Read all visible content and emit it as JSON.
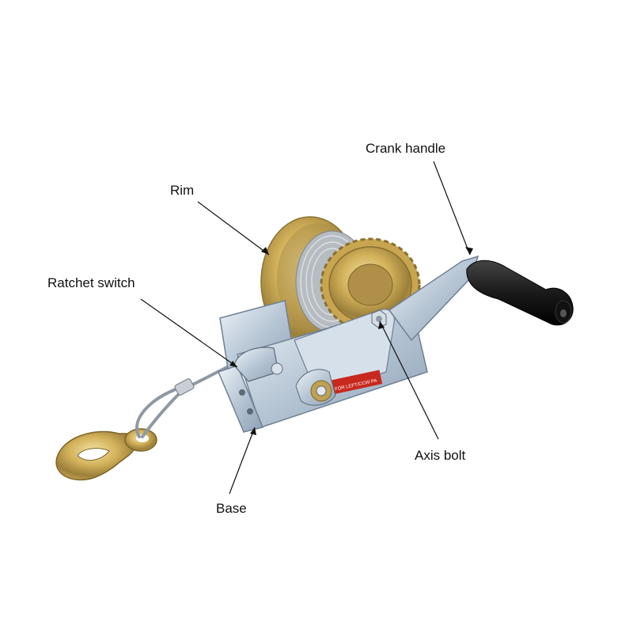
{
  "labels": {
    "crank_handle": "Crank handle",
    "rim": "Rim",
    "ratchet_switch": "Ratchet switch",
    "axis_bolt": "Axis bolt",
    "base": "Base"
  },
  "cable_lock_text": "FOR LEFT/CCW PA",
  "colors": {
    "background": "#ffffff",
    "leader_line": "#111111",
    "steel": "#b9c7d6",
    "zinc_yellow": "#d2b45a",
    "handle_black": "#1c1c1c",
    "label_red": "#c8281e"
  }
}
